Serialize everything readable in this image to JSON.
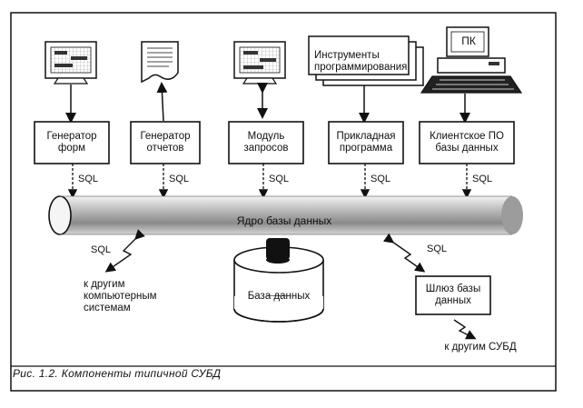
{
  "diagram": {
    "pc_label": "ПК",
    "dev_tools_label": "Инструменты\nпрограммирования",
    "modules": [
      {
        "label": "Генератор\nформ"
      },
      {
        "label": "Генератор\nотчетов"
      },
      {
        "label": "Модуль\nзапросов"
      },
      {
        "label": "Прикладная\nпрограмма"
      },
      {
        "label": "Клиентское ПО\nбазы данных"
      }
    ],
    "sql_label": "SQL",
    "kernel_label": "Ядро базы данных",
    "database_label": "База данных",
    "gateway_label": "Шлюз базы\nданных",
    "other_systems_label": "к другим\nкомпьютерным\nсистемам",
    "other_dbms_label": "к другим СУБД",
    "caption": "Рис. 1.2. Компоненты типичной СУБД"
  }
}
